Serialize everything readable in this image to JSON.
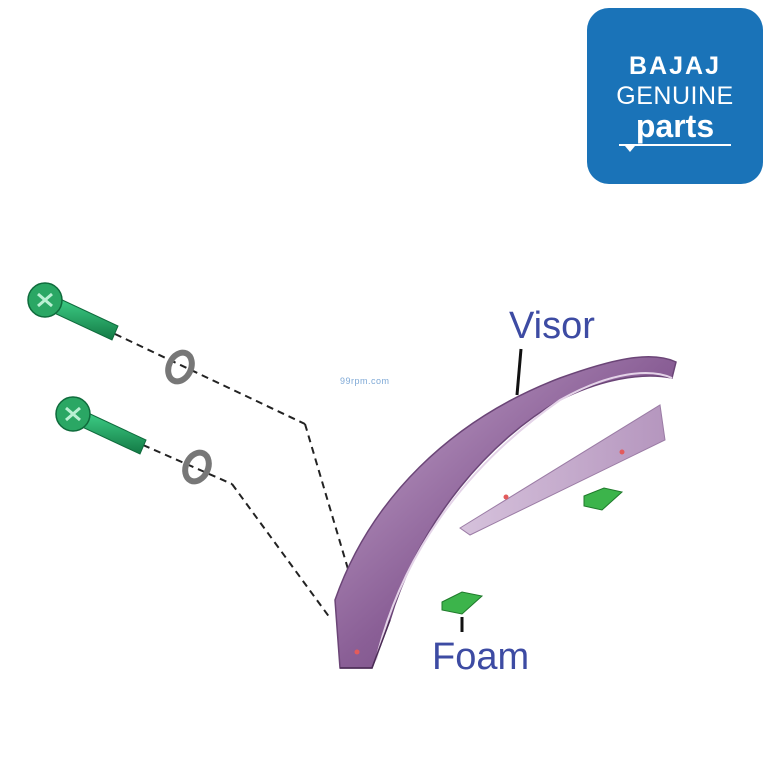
{
  "logo": {
    "brand": "BAJAJ",
    "line2": "GENUINE",
    "line3": "parts",
    "color": "#1a73b8"
  },
  "labels": {
    "visor": "Visor",
    "foam": "Foam",
    "color": "#3d4ba3"
  },
  "watermark": "99rpm.com",
  "parts": {
    "visor_color": "#a77fb1",
    "screw_color": "#1d9a5a",
    "foam_color": "#3cb44b",
    "washer_color": "#888888"
  }
}
